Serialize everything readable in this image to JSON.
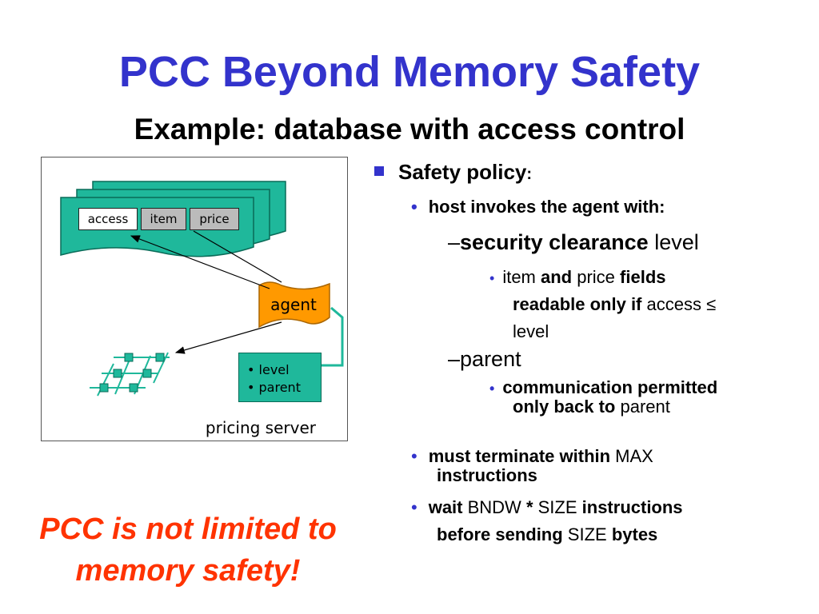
{
  "title": "PCC Beyond Memory Safety",
  "subtitle": "Example: database with access control",
  "diagram": {
    "fields": [
      "access",
      "item",
      "price"
    ],
    "agent": "agent",
    "params": [
      "• level",
      "• parent"
    ],
    "server": "pricing server"
  },
  "bullets": {
    "safety_policy": "Safety policy",
    "safety_policy_colon": ":",
    "host_invokes": "host invokes the agent with:",
    "security_clearance": "security clearance",
    "level_word": " level",
    "item_word": "item ",
    "and_word": "and",
    "price_word": " price ",
    "fields_word": "fields",
    "readable_only_if": "readable only if",
    "access_le": " access ≤",
    "level_line": "level",
    "parent": "parent",
    "comm_permitted": "communication permitted",
    "only_back_to": "only back to",
    "parent_word": " parent",
    "must_terminate": "must terminate within",
    "max_word": " MAX",
    "instructions_word": "instructions",
    "wait_word": "wait",
    "bndw_size": " BNDW ",
    "star": "*",
    "size_word": " SIZE ",
    "instructions2": "instructions",
    "before_sending": "before sending",
    "size_word2": " SIZE ",
    "bytes_word": "bytes"
  },
  "footer": {
    "line1": "PCC is not limited to",
    "line2": "memory safety!"
  },
  "colors": {
    "title": "#3333cc",
    "accent": "#ff3300",
    "teal": "#1fb89b",
    "orange": "#ff9900"
  }
}
